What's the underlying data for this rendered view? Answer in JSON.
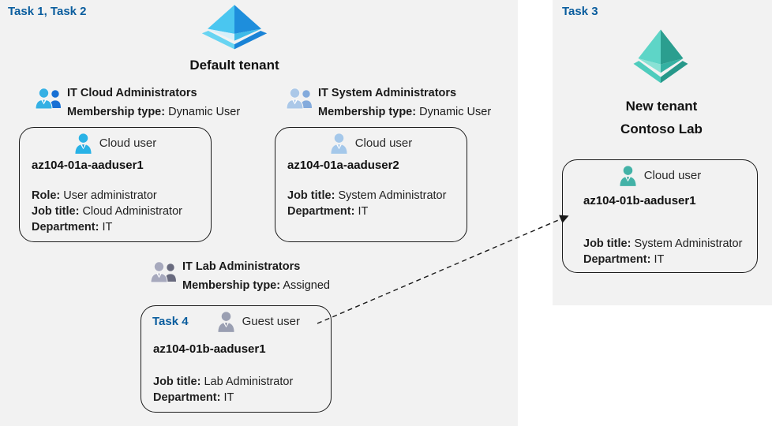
{
  "panels": {
    "left": {
      "task_label": "Task 1, Task 2",
      "tenant_name": "Default tenant"
    },
    "right": {
      "task_label": "Task 3",
      "tenant_name_line1": "New tenant",
      "tenant_name_line2": "Contoso Lab"
    }
  },
  "groups": [
    {
      "name": "IT Cloud Administrators",
      "membership_label": "Membership type:",
      "membership_value": "Dynamic User"
    },
    {
      "name": "IT System Administrators",
      "membership_label": "Membership type:",
      "membership_value": "Dynamic User"
    },
    {
      "name": "IT Lab Administrators",
      "membership_label": "Membership type:",
      "membership_value": "Assigned"
    }
  ],
  "cards": [
    {
      "user_type": "Cloud user",
      "username": "az104-01a-aaduser1",
      "details": [
        {
          "label": "Role:",
          "value": "User administrator"
        },
        {
          "label": "Job title:",
          "value": "Cloud Administrator"
        },
        {
          "label": "Department:",
          "value": "IT"
        }
      ]
    },
    {
      "user_type": "Cloud user",
      "username": "az104-01a-aaduser2",
      "details": [
        {
          "label": "Job title:",
          "value": "System Administrator"
        },
        {
          "label": "Department:",
          "value": "IT"
        }
      ]
    },
    {
      "task_label": "Task 4",
      "user_type": "Guest user",
      "username": "az104-01b-aaduser1",
      "details": [
        {
          "label": "Job title:",
          "value": "Lab Administrator"
        },
        {
          "label": "Department:",
          "value": "IT"
        }
      ]
    },
    {
      "user_type": "Cloud user",
      "username": "az104-01b-aaduser1",
      "details": [
        {
          "label": "Job title:",
          "value": "System Administrator"
        },
        {
          "label": "Department:",
          "value": "IT"
        }
      ]
    }
  ],
  "colors": {
    "panel_background": "#f2f2f2",
    "task_label_blue": "#0a5d9e",
    "card_border": "#1c1c1c",
    "tenant_icon_blue_light": "#4ac6f0",
    "tenant_icon_blue_dark": "#1e8edc",
    "tenant_icon_teal_light": "#5ed5c7",
    "tenant_icon_teal_dark": "#2b9e8f",
    "user_icon_cyan": "#29b2e6",
    "user_icon_pale_blue": "#a5c8ea",
    "user_icon_gray": "#9a9fb2",
    "user_icon_teal": "#43b2a7",
    "group_icon_cloud_front": "#35b0e4",
    "group_icon_cloud_back": "#176fd4",
    "group_icon_system_front": "#abc8e8",
    "group_icon_system_back": "#84abdc",
    "group_icon_lab_front": "#a7a9bd",
    "group_icon_lab_back": "#686a7e"
  }
}
